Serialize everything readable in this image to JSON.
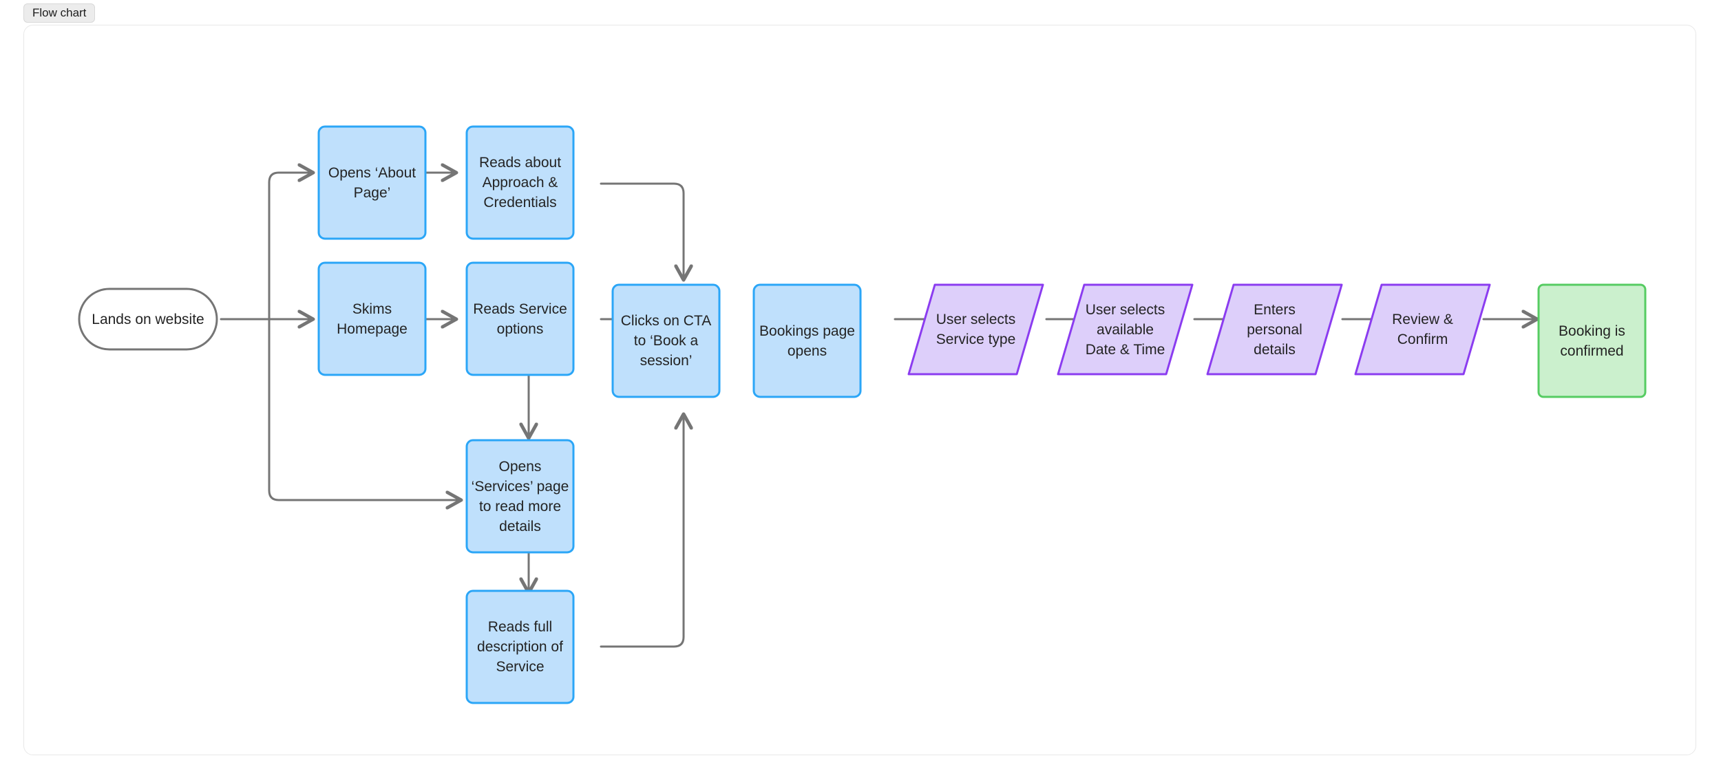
{
  "tab": {
    "label": "Flow chart"
  },
  "canvas": {
    "background": "#ffffff",
    "border_color": "#e8e8e8"
  },
  "palette": {
    "blue_fill": "#bfe0fc",
    "blue_stroke": "#2ba6f7",
    "purple_fill": "#ddcffa",
    "purple_stroke": "#8b3cf0",
    "green_fill": "#cbf0cd",
    "green_stroke": "#56cc62",
    "terminal_stroke": "#757575",
    "edge_color": "#757575",
    "text_color": "#232323"
  },
  "chart_data": {
    "type": "flowchart",
    "title": "Flow chart",
    "orientation": "left-to-right",
    "nodes": [
      {
        "id": "start",
        "label": "Lands on website",
        "shape": "stadium",
        "style": "terminal"
      },
      {
        "id": "about",
        "label": "Opens ‘About\nPage’",
        "shape": "rounded-rect",
        "style": "blue"
      },
      {
        "id": "credentials",
        "label": "Reads about\nApproach &\nCredentials",
        "shape": "rounded-rect",
        "style": "blue"
      },
      {
        "id": "skims",
        "label": "Skims\nHomepage",
        "shape": "rounded-rect",
        "style": "blue"
      },
      {
        "id": "service_opts",
        "label": "Reads Service\noptions",
        "shape": "rounded-rect",
        "style": "blue"
      },
      {
        "id": "services_pg",
        "label": "Opens\n‘Services’ page\nto read more\ndetails",
        "shape": "rounded-rect",
        "style": "blue"
      },
      {
        "id": "full_desc",
        "label": "Reads full\ndescription of\nService",
        "shape": "rounded-rect",
        "style": "blue"
      },
      {
        "id": "cta",
        "label": "Clicks on CTA\nto ‘Book a\nsession’",
        "shape": "rounded-rect",
        "style": "blue"
      },
      {
        "id": "bookings",
        "label": "Bookings page\nopens",
        "shape": "rounded-rect",
        "style": "blue"
      },
      {
        "id": "sel_type",
        "label": "User selects\nService type",
        "shape": "parallelogram",
        "style": "purple"
      },
      {
        "id": "sel_date",
        "label": "User selects\navailable\nDate & Time",
        "shape": "parallelogram",
        "style": "purple"
      },
      {
        "id": "personal",
        "label": "Enters\npersonal\ndetails",
        "shape": "parallelogram",
        "style": "purple"
      },
      {
        "id": "review",
        "label": "Review &\nConfirm",
        "shape": "parallelogram",
        "style": "purple"
      },
      {
        "id": "confirmed",
        "label": "Booking is\nconfirmed",
        "shape": "rounded-rect",
        "style": "green"
      }
    ],
    "edges": [
      {
        "from": "start",
        "to": "about",
        "label": ""
      },
      {
        "from": "start",
        "to": "skims",
        "label": ""
      },
      {
        "from": "start",
        "to": "services_pg",
        "label": ""
      },
      {
        "from": "about",
        "to": "credentials",
        "label": ""
      },
      {
        "from": "credentials",
        "to": "cta",
        "label": ""
      },
      {
        "from": "skims",
        "to": "service_opts",
        "label": ""
      },
      {
        "from": "service_opts",
        "to": "cta",
        "label": ""
      },
      {
        "from": "service_opts",
        "to": "services_pg",
        "label": ""
      },
      {
        "from": "services_pg",
        "to": "full_desc",
        "label": ""
      },
      {
        "from": "full_desc",
        "to": "cta",
        "label": ""
      },
      {
        "from": "cta",
        "to": "bookings",
        "label": ""
      },
      {
        "from": "bookings",
        "to": "sel_type",
        "label": ""
      },
      {
        "from": "sel_type",
        "to": "sel_date",
        "label": ""
      },
      {
        "from": "sel_date",
        "to": "personal",
        "label": ""
      },
      {
        "from": "personal",
        "to": "review",
        "label": ""
      },
      {
        "from": "review",
        "to": "confirmed",
        "label": ""
      }
    ]
  }
}
